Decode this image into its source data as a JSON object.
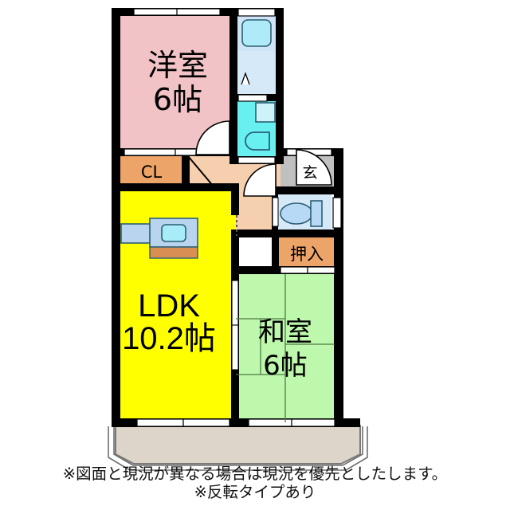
{
  "document": {
    "type": "japanese-apartment-floor-plan",
    "layout_code": "2LDK"
  },
  "rooms": [
    {
      "id": "yoshitsu",
      "name_label": "洋室",
      "size_label": "6帖",
      "kind": "western-style-room",
      "color": "#f2c3c6"
    },
    {
      "id": "ldk",
      "name_label": "LDK",
      "size_label": "10.2帖",
      "kind": "living-dining-kitchen",
      "color": "#ffff00"
    },
    {
      "id": "washitsu",
      "name_label": "和室",
      "size_label": "6帖",
      "kind": "japanese-tatami-room",
      "color": "#bdf8ac"
    }
  ],
  "fixtures": [
    {
      "id": "closet",
      "label": "CL",
      "kind": "clothes-closet",
      "color": "#eda469"
    },
    {
      "id": "oshiire",
      "label": "押入",
      "kind": "japanese-closet",
      "color": "#eda469"
    },
    {
      "id": "genkan",
      "label": "玄",
      "kind": "entrance-hall",
      "color": "#c0c0c0"
    },
    {
      "id": "bathroom",
      "label": "",
      "kind": "unit-bath",
      "color": "#cfe4f7"
    },
    {
      "id": "washroom",
      "label": "",
      "kind": "washroom-laundry",
      "color": "#68f0f0"
    },
    {
      "id": "toilet",
      "label": "",
      "kind": "toilet",
      "color": "#d6e9f8"
    },
    {
      "id": "kitchen-counter",
      "label": "",
      "kind": "kitchen-sink-counter",
      "color": "#b8d4ee"
    },
    {
      "id": "balcony",
      "label": "",
      "kind": "balcony",
      "color": "#ddd4ca"
    },
    {
      "id": "hallway",
      "label": "",
      "kind": "corridor",
      "color": "#f6cfae"
    }
  ],
  "palette": {
    "wall": "#000000",
    "western_room": "#f2c3c6",
    "tatami_room": "#bdf8ac",
    "ldk": "#ffff00",
    "closet": "#eda469",
    "entrance": "#c0c0c0",
    "bath": "#cfe4f7",
    "bathtub": "#aeeaf7",
    "washroom": "#68f0f0",
    "toilet": "#d6e9f8",
    "toilet_bowl": "#b8d9f5",
    "counter": "#b8d4ee",
    "counter_front": "#d98f54",
    "sink_basin": "#a8ecf8",
    "hallway": "#f6cfae",
    "balcony": "#ddd4ca",
    "background": "#ffffff"
  },
  "caption": {
    "line1": "※図面と現況が異なる場合は現況を優先とし���ます。",
    "line1_text": "※図面と現況が異なる場合は現況を優先としたします。",
    "line2": "※反転タイプあり"
  }
}
